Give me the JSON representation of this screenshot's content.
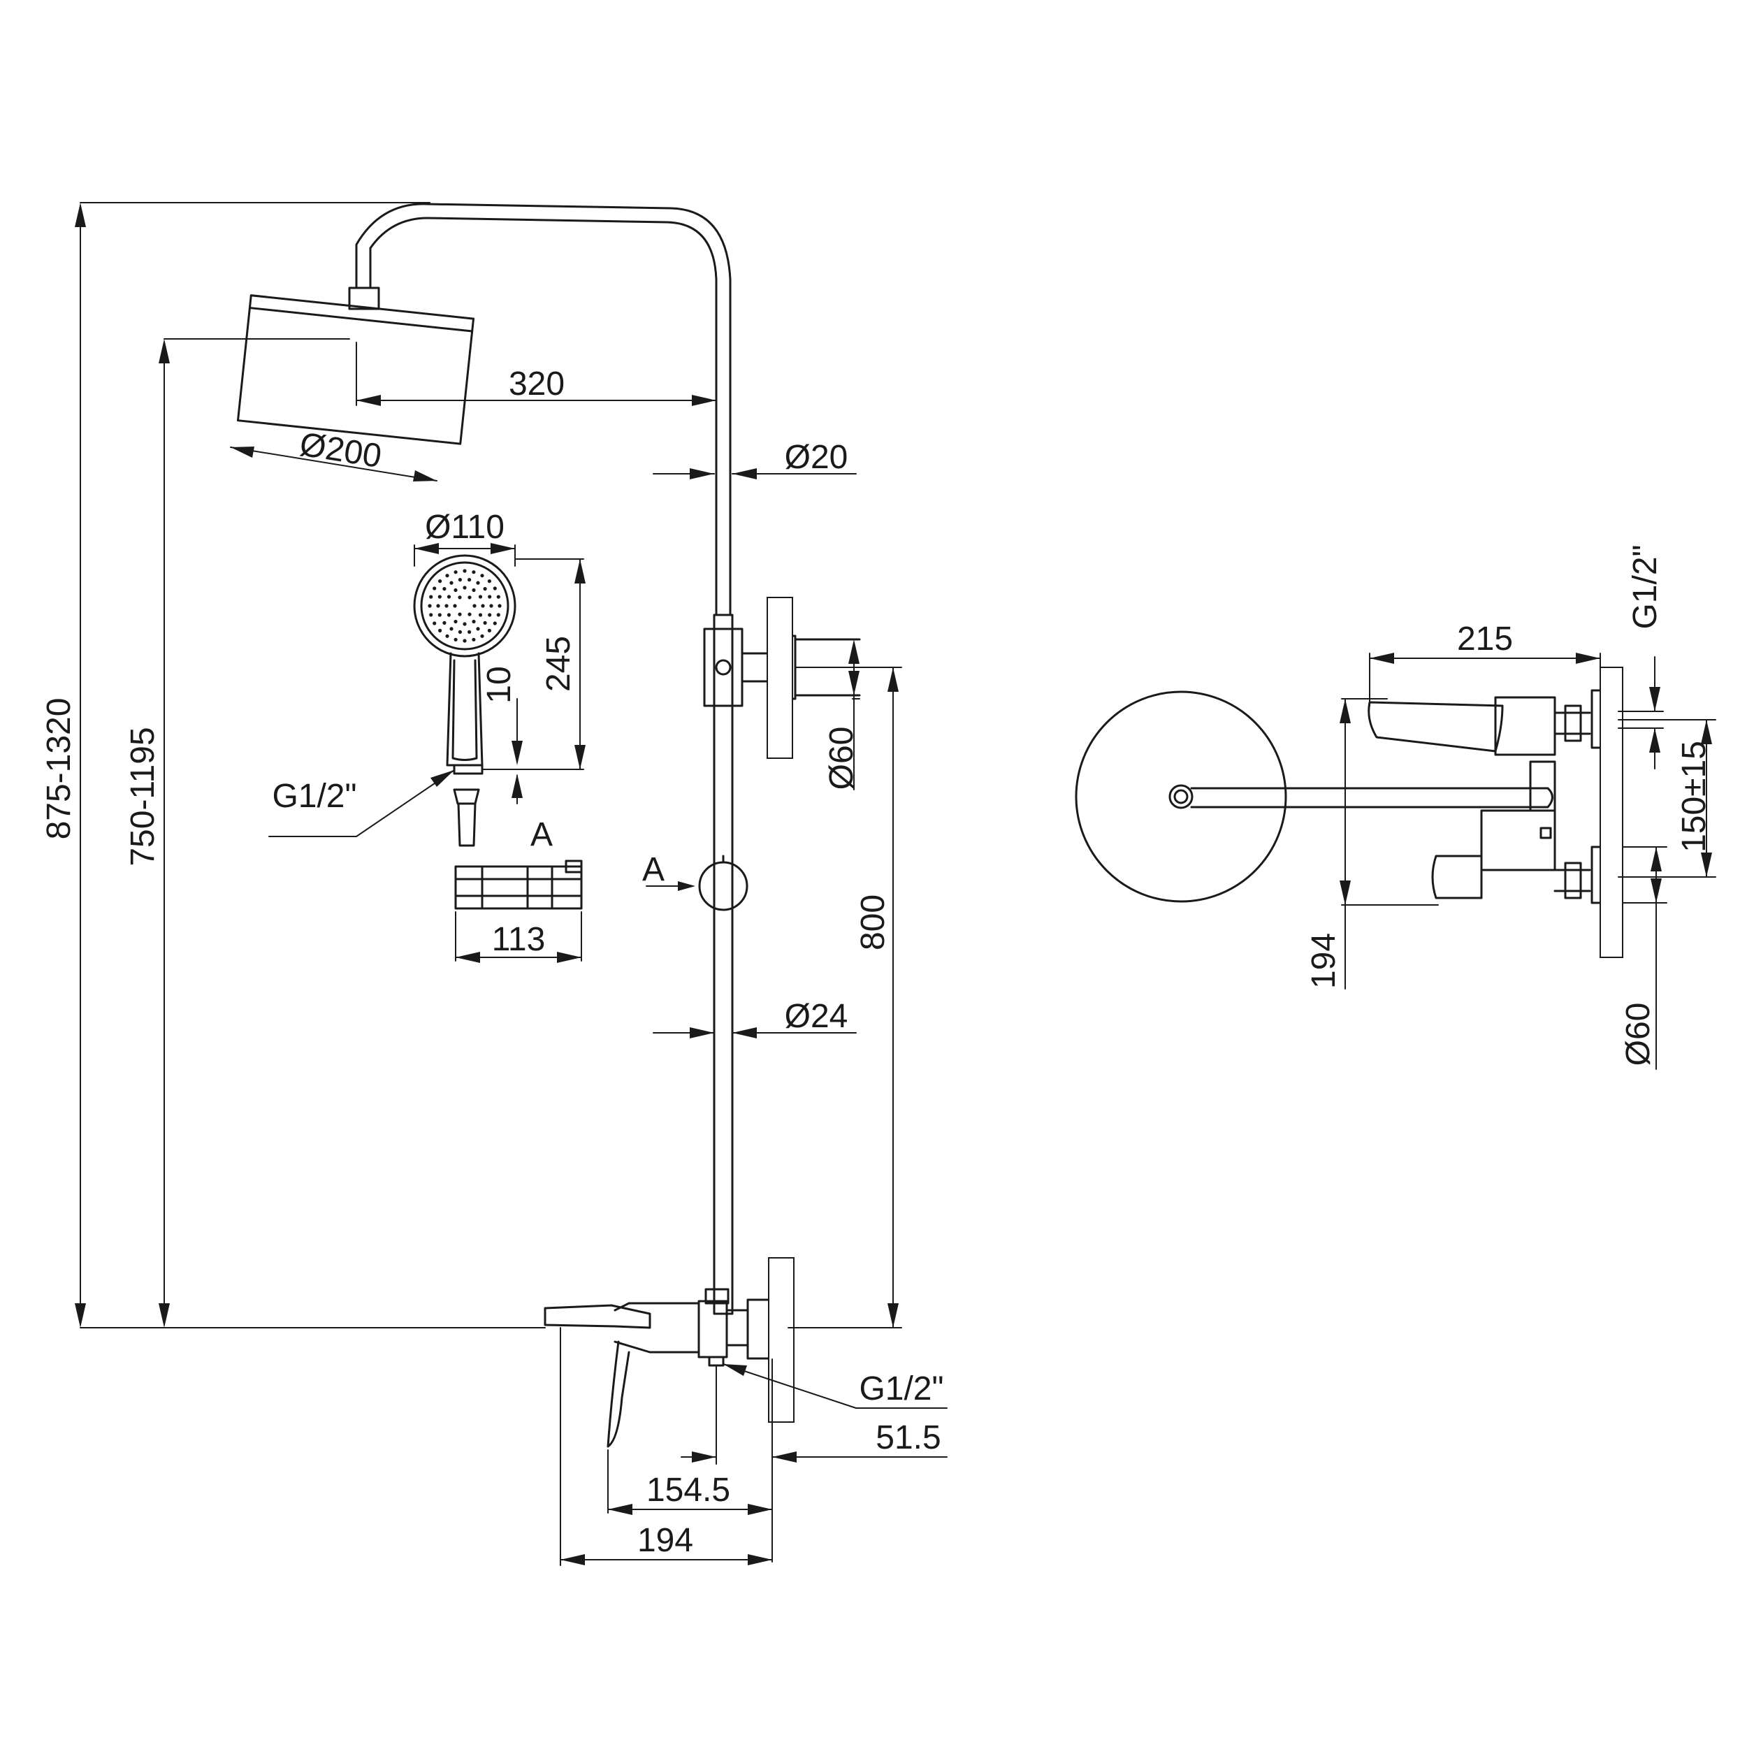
{
  "labels": {
    "height_total": "875-1320",
    "height_head": "750-1195",
    "arm_length": "320",
    "head_diameter": "Ø200",
    "rail_diameter": "Ø20",
    "hand_shower_diameter": "Ø110",
    "hand_shower_length": "245",
    "hose_offset": "10",
    "hand_thread": "G1/2\"",
    "section_mark": "A",
    "holder_width": "113",
    "flange_diameter": "Ø60",
    "rail_height": "800",
    "bar_diameter": "Ø24",
    "outlet_thread": "G1/2\"",
    "outlet_offset": "51.5",
    "spout_reach": "154.5",
    "mixer_depth": "194",
    "top_width": "215",
    "top_thread": "G1/2\"",
    "centers": "150±15",
    "top_depth": "194",
    "top_flange": "Ø60"
  }
}
